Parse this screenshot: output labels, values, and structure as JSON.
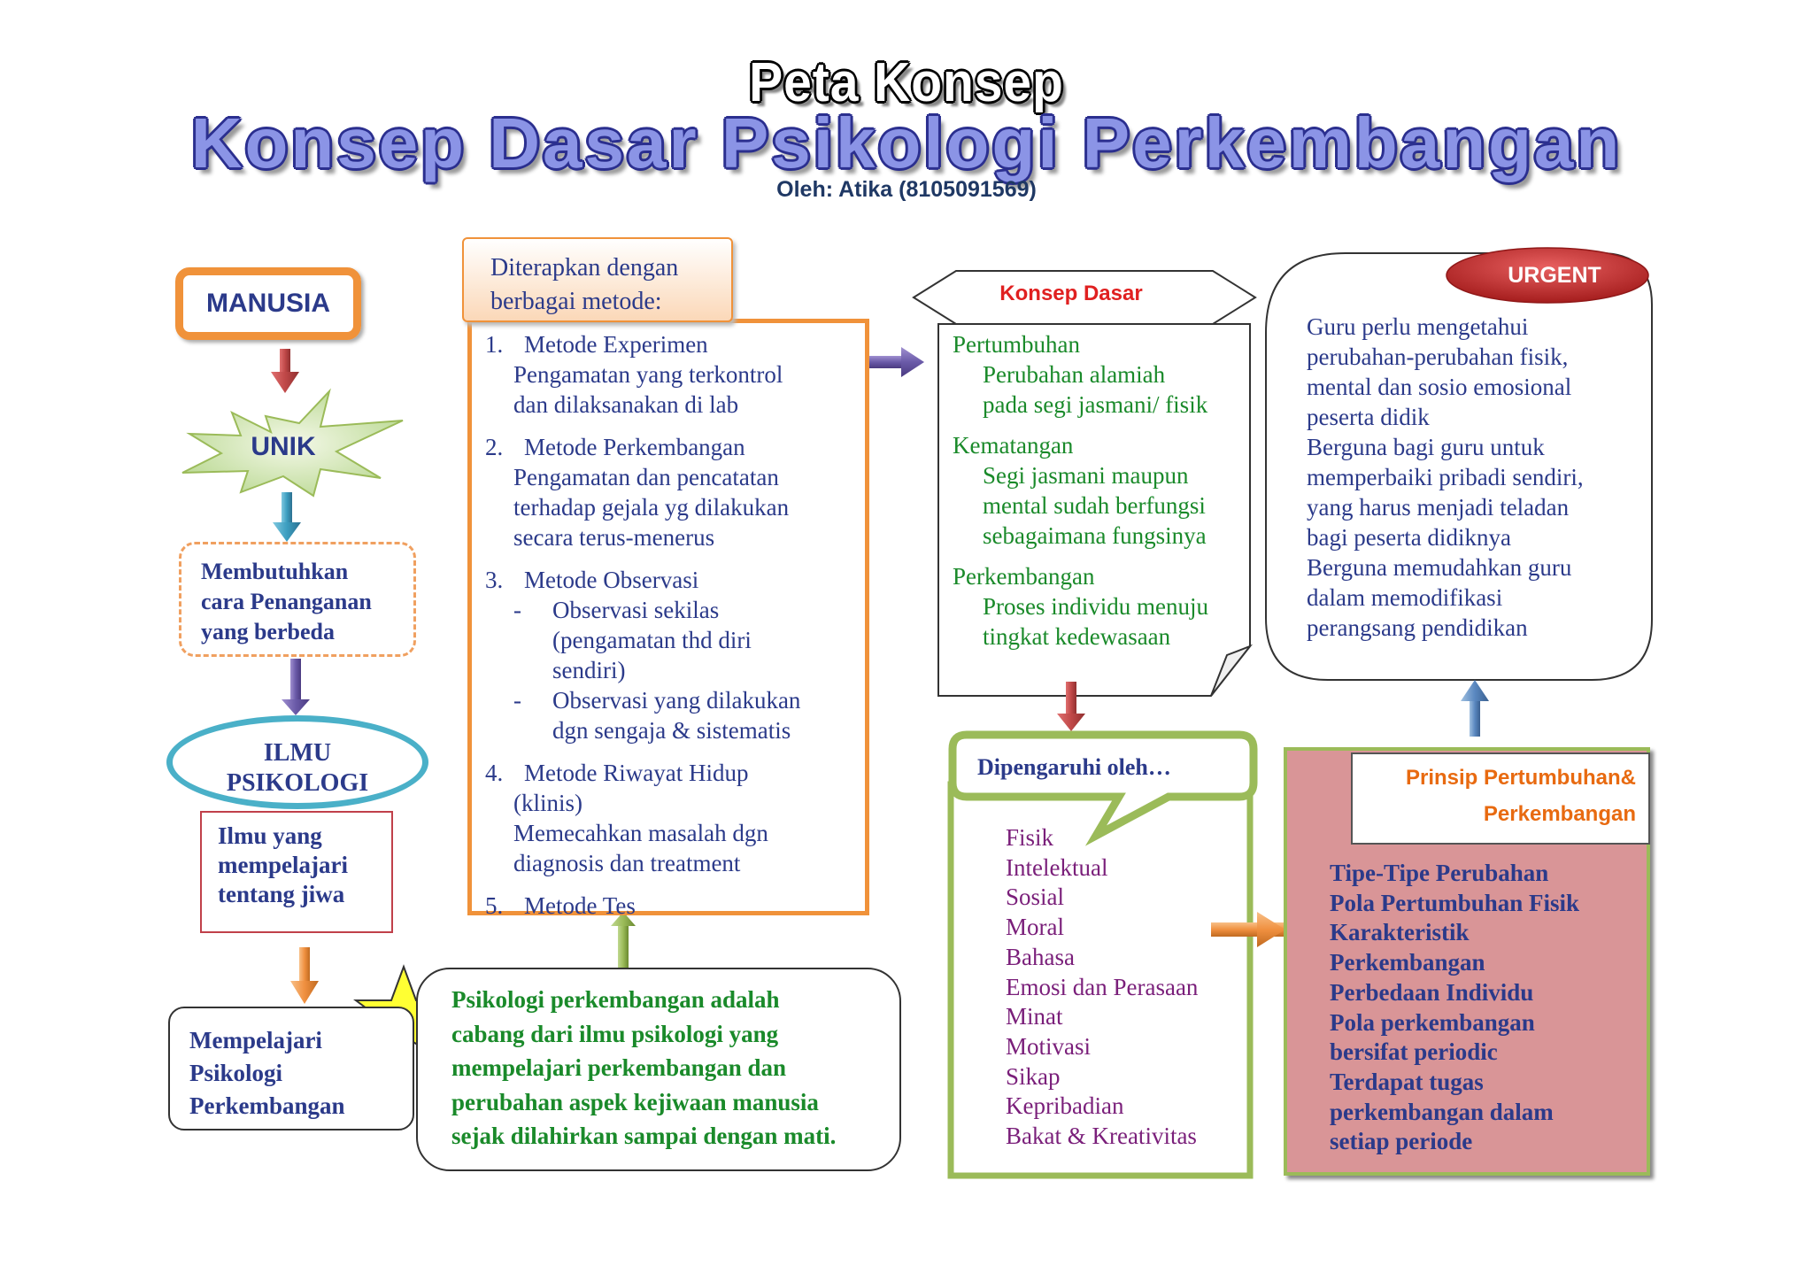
{
  "header": {
    "title": "Peta Konsep",
    "subtitle": "Konsep Dasar Psikologi Perkembangan",
    "author": "Oleh: Atika (8105091569)"
  },
  "left_flow": {
    "manusia": "MANUSIA",
    "unik": "UNIK",
    "kebutuhan": [
      "Membutuhkan",
      "cara Penanganan",
      "yang berbeda"
    ],
    "ilmu": [
      "ILMU",
      "PSIKOLOGI"
    ],
    "ilmu_desc": [
      "Ilmu yang",
      "mempelajari",
      "tentang jiwa"
    ],
    "mempelajari": [
      "Mempelajari",
      "Psikologi",
      "Perkembangan"
    ]
  },
  "metode": {
    "heading": [
      "Diterapkan dengan",
      "berbagai metode:"
    ],
    "items": [
      {
        "num": "1.",
        "title": "Metode Experimen",
        "lines": [
          "Pengamatan yang terkontrol",
          "dan dilaksanakan di lab"
        ]
      },
      {
        "num": "2.",
        "title": "Metode Perkembangan",
        "lines": [
          "Pengamatan dan pencatatan",
          "terhadap gejala yg dilakukan",
          "secara terus-menerus"
        ]
      },
      {
        "num": "3.",
        "title": "Metode Observasi",
        "subitems": [
          {
            "dash": "-",
            "lines": [
              "Observasi sekilas",
              "(pengamatan thd diri",
              "sendiri)"
            ]
          },
          {
            "dash": "-",
            "lines": [
              "Observasi yang dilakukan",
              "dgn sengaja & sistematis"
            ]
          }
        ]
      },
      {
        "num": "4.",
        "title": "Metode Riwayat Hidup",
        "lines": [
          "(klinis)",
          "Memecahkan masalah dgn",
          "diagnosis dan treatment"
        ]
      },
      {
        "num": "5.",
        "title": "Metode Tes",
        "lines": []
      }
    ]
  },
  "konsep_dasar": {
    "label": "Konsep Dasar",
    "items": [
      {
        "head": "Pertumbuhan",
        "lines": [
          "Perubahan alamiah",
          "pada segi jasmani/ fisik"
        ]
      },
      {
        "head": "Kematangan",
        "lines": [
          "Segi jasmani maupun",
          "mental sudah berfungsi",
          "sebagaimana fungsinya"
        ]
      },
      {
        "head": "Perkembangan",
        "lines": [
          "Proses individu menuju",
          "tingkat kedewasaan"
        ]
      }
    ]
  },
  "urgent": {
    "label": "URGENT",
    "lines": [
      "Guru perlu mengetahui",
      "perubahan-perubahan fisik,",
      "mental dan sosio emosional",
      "peserta didik",
      "Berguna bagi guru untuk",
      "memperbaiki pribadi sendiri,",
      "yang harus menjadi teladan",
      "bagi peserta didiknya",
      "Berguna memudahkan guru",
      "dalam memodifikasi",
      "perangsang pendidikan"
    ]
  },
  "dipengaruhi": {
    "label": "Dipengaruhi oleh…",
    "items": [
      "Fisik",
      "Intelektual",
      "Sosial",
      "Moral",
      "Bahasa",
      "Emosi dan Perasaan",
      "Minat",
      "Motivasi",
      "Sikap",
      "Kepribadian",
      "Bakat & Kreativitas"
    ]
  },
  "prinsip": {
    "title": [
      "Prinsip Pertumbuhan&",
      "Perkembangan"
    ],
    "items": [
      "Tipe-Tipe Perubahan",
      "Pola Pertumbuhan Fisik",
      "Karakteristik",
      "Perkembangan",
      "Perbedaan Individu",
      "Pola perkembangan",
      "bersifat periodic",
      "Terdapat tugas",
      "perkembangan dalam",
      "setiap periode"
    ]
  },
  "definisi": {
    "lines": [
      "Psikologi perkembangan adalah",
      "cabang dari ilmu psikologi yang",
      "mempelajari perkembangan dan",
      "perubahan aspek kejiwaan manusia",
      "sejak dilahirkan sampai dengan mati."
    ]
  },
  "colors": {
    "orange": "#f0923a",
    "navy": "#2b3a8a",
    "green": "#1a8a2a",
    "purple": "#7a1f7a",
    "red": "#e02020",
    "rose": "#d99597",
    "olive": "#9bbb59"
  }
}
